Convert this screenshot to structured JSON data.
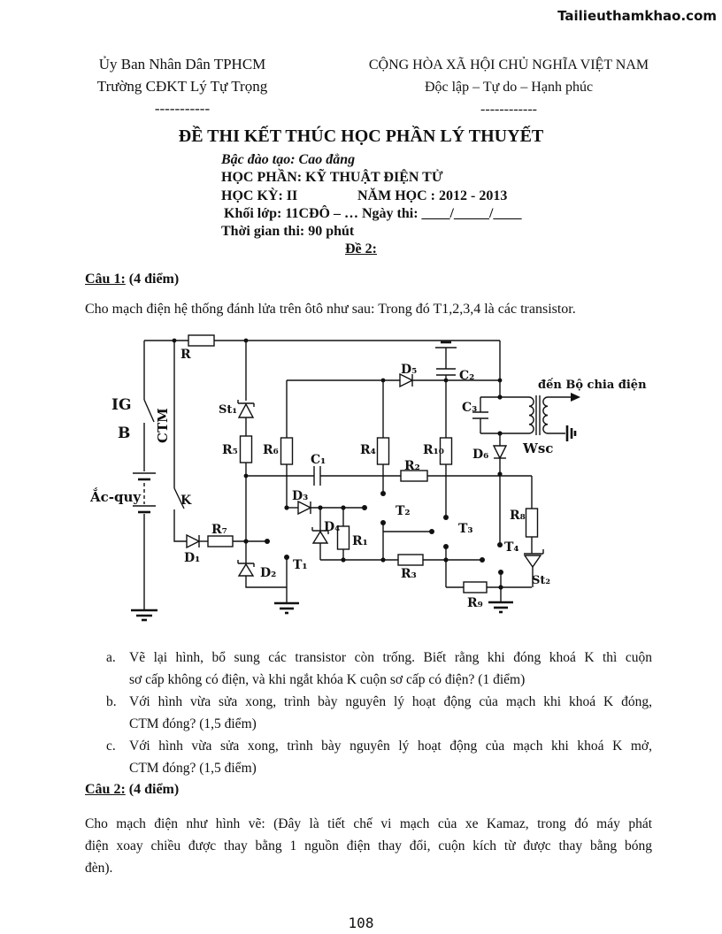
{
  "watermark": "Tailieuthamkhao.com",
  "header": {
    "left": {
      "line1": "Ủy Ban Nhân Dân TPHCM",
      "line2": "Trường CĐKT Lý Tự Trọng",
      "dashes": "-----------"
    },
    "right": {
      "line1": "CỘNG HÒA XÃ HỘI CHỦ NGHĨA VIỆT NAM",
      "line2": "Độc lập – Tự do – Hạnh phúc",
      "dashes": "------------"
    }
  },
  "title_block": {
    "title": "ĐỀ THI KẾT THÚC HỌC PHẦN LÝ THUYẾT",
    "level": "Bậc đào tạo: Cao đẳng",
    "subject": "HỌC PHẦN: KỸ THUẬT ĐIỆN TỬ",
    "semester": "HỌC KỲ: II",
    "school_year": "NĂM HỌC :  2012 - 2013",
    "class_line": "Khối lớp:  11CĐÔ – …  Ngày thi: ____/_____/____",
    "duration": "Thời gian thi: 90 phút",
    "exam_no": "Đề 2:"
  },
  "question1": {
    "heading": "Câu 1:",
    "points": " (4 điểm)",
    "intro": "Cho mạch điện hệ thống đánh lửa trên ôtô như sau: Trong đó T1,2,3,4 là các transistor.",
    "items": [
      {
        "marker": "a.",
        "line1": "Vẽ lại hình, bổ sung các transistor còn trống. Biết rằng khi đóng khoá K thì cuộn",
        "line2": "sơ cấp không có điện, và khi ngắt khóa K cuộn sơ cấp có điện? (1 điểm)"
      },
      {
        "marker": "b.",
        "line1": "Với hình vừa sửa xong, trình bày nguyên lý hoạt động của mạch khi khoá K đóng,",
        "line2": "CTM đóng? (1,5 điểm)"
      },
      {
        "marker": "c.",
        "line1": "Với hình vừa sửa xong, trình bày nguyên lý hoạt động của mạch khi khoá K mở,",
        "line2": "CTM đóng? (1,5 điểm)"
      }
    ]
  },
  "circuit": {
    "labels": {
      "r": "R",
      "ig": "IG",
      "b": "B",
      "ctm": "CTM",
      "battery": "Ắc-quy",
      "k": "K",
      "d1": "D₁",
      "r7": "R₇",
      "d2": "D₂",
      "t1": "T₁",
      "st1": "St₁",
      "r5": "R₅",
      "r6": "R₆",
      "c1": "C₁",
      "d3": "D₃",
      "d4": "D₄",
      "r1": "R₁",
      "r4": "R₄",
      "t2": "T₂",
      "r2": "R₂",
      "r3": "R₃",
      "r10": "R₁₀",
      "t3": "T₃",
      "c2": "C₂",
      "d5": "D₅",
      "c3": "C₃",
      "d6": "D₆",
      "wsc": "Wsc",
      "to_distributor": "đến Bộ chia điện",
      "r8": "R₈",
      "t4": "T₄",
      "st2": "St₂",
      "r9": "R₉"
    }
  },
  "question2": {
    "heading": "Câu 2:",
    "points": " (4 điểm)",
    "line1": "Cho mạch điện như hình vẽ: (Đây là tiết chế vi mạch của xe Kamaz, trong đó máy phát",
    "line2": "điện xoay chiều được thay bằng 1 nguồn điện thay đổi, cuộn kích từ được thay bằng bóng",
    "line3": "đèn)."
  },
  "page_number": "108"
}
